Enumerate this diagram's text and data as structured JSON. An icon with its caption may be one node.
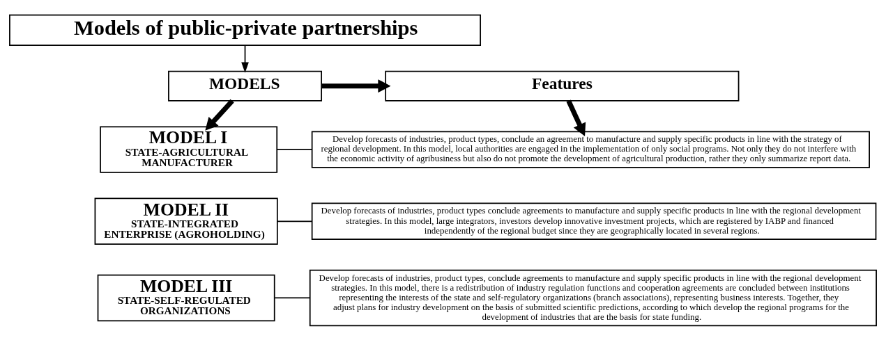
{
  "diagram": {
    "nodes": [
      {
        "text": [
          "Models of public-private partnerships"
        ]
      },
      {
        "text": [
          "MODELS"
        ]
      },
      {
        "text": [
          "Features"
        ]
      },
      {
        "text": [
          "MODEL I",
          "STATE-AGRICULTURAL MANUFACTURER"
        ]
      },
      {
        "text": [
          "Develop forecasts of industries, product types, conclude an agreement to manufacture and supply specific products in line with the strategy of regional development. In this model, local authorities are engaged in the implementation of only social programs. Not only they do not interfere with the economic activity of agribusiness but also do not promote the development of agricultural production, rather they only summarize report data."
        ]
      },
      {
        "text": [
          "MODEL II",
          "STATE-INTEGRATED ENTERPRISE (AGROHOLDING)"
        ]
      },
      {
        "text": [
          "Develop forecasts of industries, product types conclude agreements to manufacture and supply specific products in line with the regional development strategies. In this model, large integrators, investors develop innovative investment projects, which are registered by IABP and financed independently of the regional budget since they are geographically located in several regions."
        ]
      },
      {
        "text": [
          "MODEL III",
          "STATE-SELF-REGULATED ORGANIZATIONS"
        ]
      },
      {
        "text": [
          "Develop forecasts of industries, product types, conclude agreements to manufacture and supply specific products in line with the regional development strategies. In this model, there is a redistribution of industry regulation functions and cooperation agreements are concluded between institutions representing the interests of the state and self-regulatory organizations (branch associations), representing business interests. Together, they adjust plans for industry development on the basis of submitted scientific predictions, according to which develop the regional programs for the development of industries that are the basis for state funding."
        ]
      }
    ],
    "edges": [
      {
        "from": 0,
        "to": 1,
        "arrow": "to"
      },
      {
        "from": 1,
        "to": 2,
        "arrow": "to",
        "style": "thick"
      },
      {
        "from": 1,
        "to": 3,
        "arrow": "to",
        "style": "thick"
      },
      {
        "from": 2,
        "to": 4,
        "arrow": "to",
        "style": "thick"
      },
      {
        "from": 3,
        "to": 4,
        "arrow": "none"
      },
      {
        "from": 5,
        "to": 6,
        "arrow": "none"
      },
      {
        "from": 7,
        "to": 8,
        "arrow": "none"
      }
    ]
  }
}
